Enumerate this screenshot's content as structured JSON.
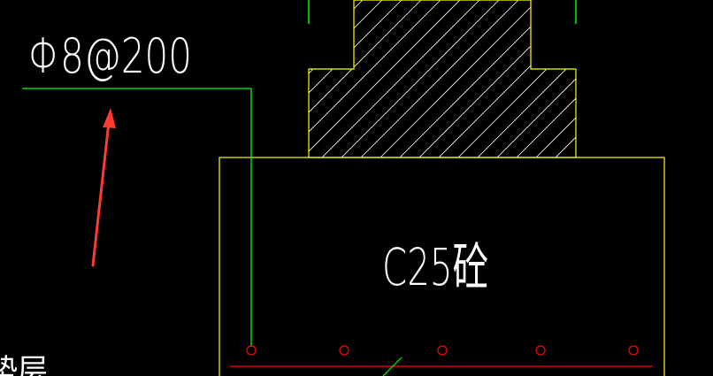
{
  "labels": {
    "rebar_spec": "Φ8@200",
    "concrete_grade": "C25砼",
    "edge_fragment": "垫层"
  },
  "colors": {
    "background": "#000000",
    "outline": "#ffff00",
    "rebar_line": "#00ff00",
    "bottom_bar": "#ff0000",
    "rebar_dots": "#ff0000",
    "hatch": "#ffffff",
    "text": "#ffffff",
    "arrow": "#ff3b30"
  },
  "markers": {
    "rebar_dot_count": 5
  }
}
